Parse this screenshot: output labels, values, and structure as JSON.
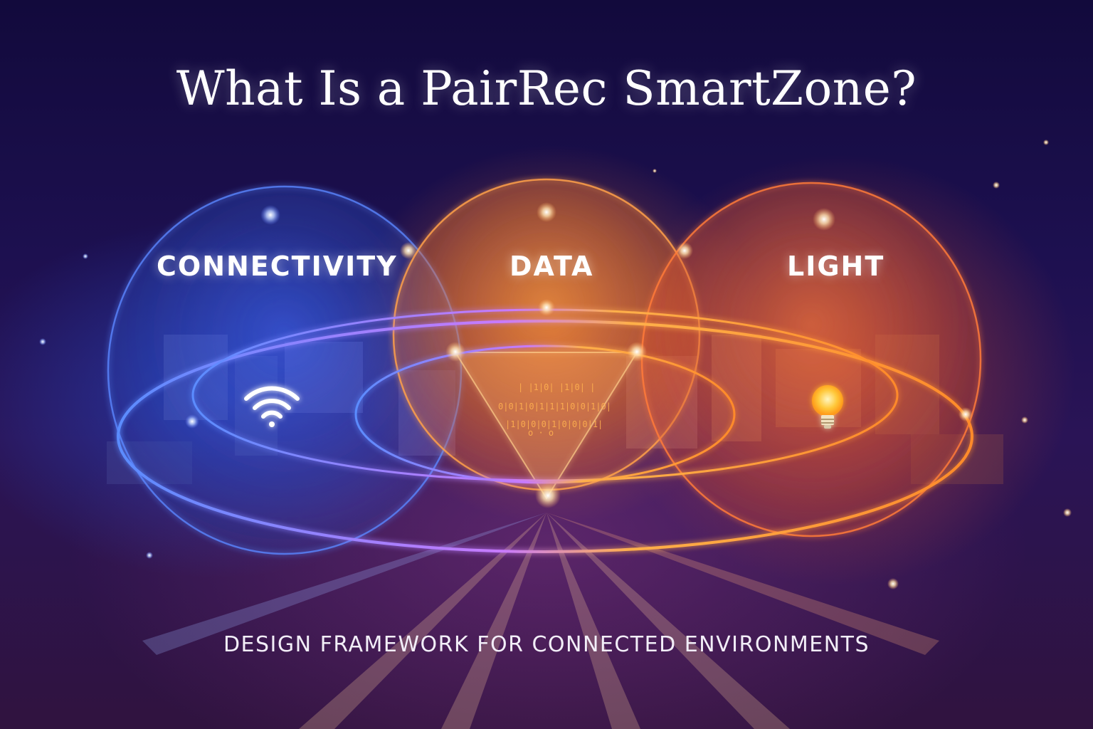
{
  "title": "What Is a PairRec SmartZone?",
  "zones": [
    {
      "label": "CONNECTIVITY",
      "icon": "wifi-icon",
      "color": "#4a7dff"
    },
    {
      "label": "DATA",
      "icon": "binary-data-icon",
      "color": "#ff8a2a"
    },
    {
      "label": "LIGHT",
      "icon": "lightbulb-icon",
      "color": "#ff6a2a"
    }
  ],
  "subtitle": "DESIGN FRAMEWORK FOR CONNECTED ENVIRONMENTS"
}
